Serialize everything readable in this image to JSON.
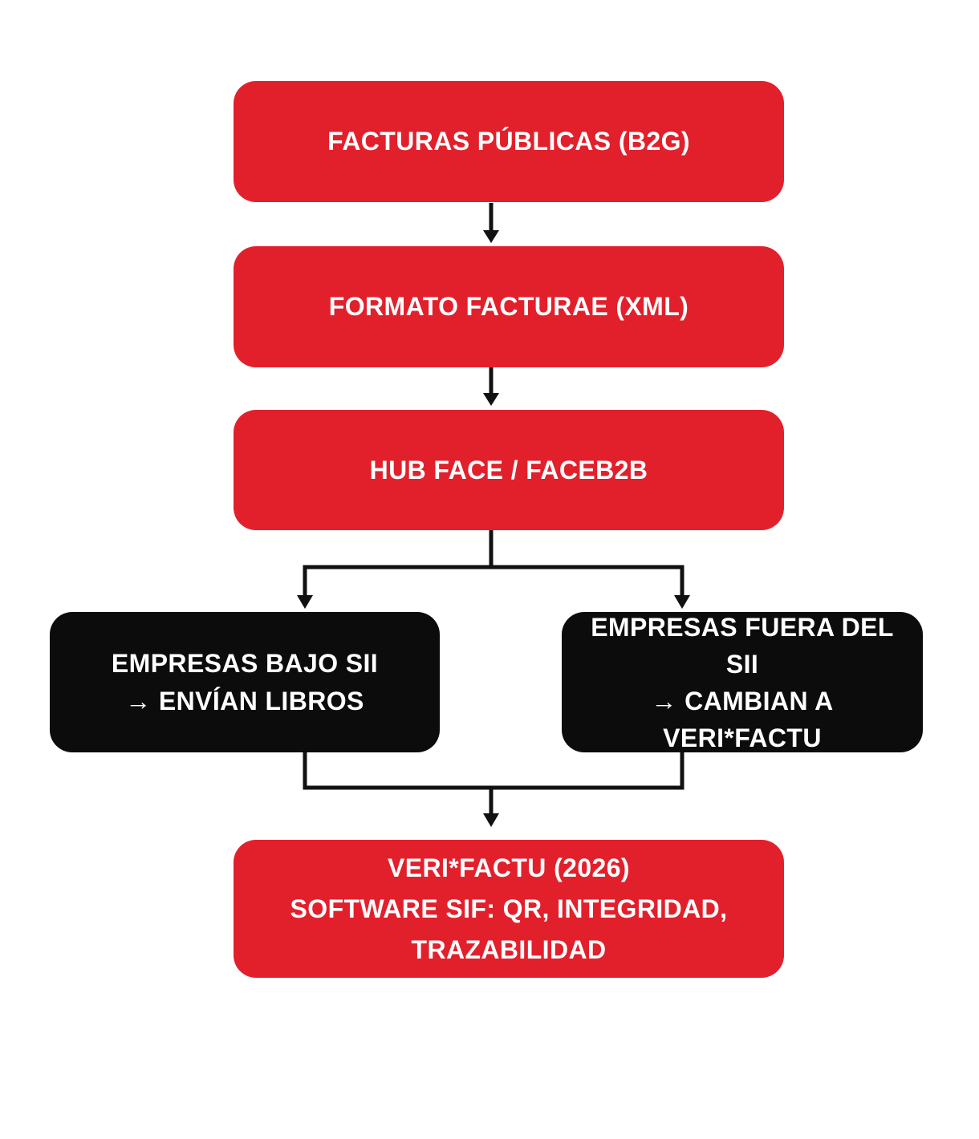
{
  "diagram": {
    "type": "flowchart",
    "colors": {
      "background": "#ffffff",
      "red": "#E2202C",
      "node-black": "#0C0C0C",
      "text": "#ffffff",
      "connector": "#111111"
    },
    "nodes": {
      "facturas_publicas": {
        "lines": [
          "FACTURAS PÚBLICAS (B2G)"
        ]
      },
      "formato_facturae": {
        "lines": [
          "FORMATO FACTURAE (XML)"
        ]
      },
      "hub_face": {
        "lines": [
          "HUB FACE / FACEB2B"
        ]
      },
      "empresas_bajo_sii": {
        "lines": [
          "EMPRESAS BAJO SII",
          "→ ENVÍAN LIBROS"
        ]
      },
      "empresas_fuera_sii": {
        "lines": [
          "EMPRESAS FUERA DEL SII",
          "→ CAMBIAN A",
          "VERI*FACTU"
        ]
      },
      "verifactu_2026": {
        "lines": [
          "VERI*FACTU (2026)",
          "SOFTWARE SIF: QR, INTEGRIDAD,",
          "TRAZABILIDAD"
        ]
      }
    }
  }
}
